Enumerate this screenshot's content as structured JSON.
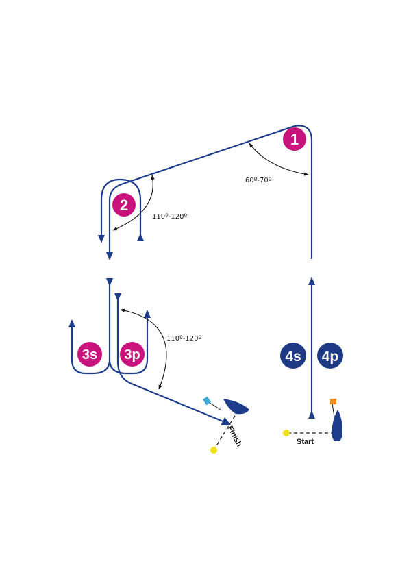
{
  "colors": {
    "course": "#1d3d8c",
    "mark_magenta": "#c8127c",
    "mark_navy": "#1e3a84",
    "buoy": "#f2e21a",
    "flag_blue": "#3aa9d6",
    "flag_orange": "#f08a24"
  },
  "marks": [
    {
      "id": "1",
      "label": "1",
      "color": "magenta"
    },
    {
      "id": "2",
      "label": "2",
      "color": "magenta"
    },
    {
      "id": "3s",
      "label": "3s",
      "color": "magenta"
    },
    {
      "id": "3p",
      "label": "3p",
      "color": "magenta"
    },
    {
      "id": "4s",
      "label": "4s",
      "color": "navy"
    },
    {
      "id": "4p",
      "label": "4p",
      "color": "navy"
    }
  ],
  "angles": {
    "mark1": "60º-70º",
    "mark2": "110º-120º",
    "mark3": "110º-120º"
  },
  "lines": {
    "start": "Start",
    "finish": "Finish"
  },
  "icons": [
    "sailboat-icon",
    "buoy-icon",
    "flag-icon"
  ]
}
